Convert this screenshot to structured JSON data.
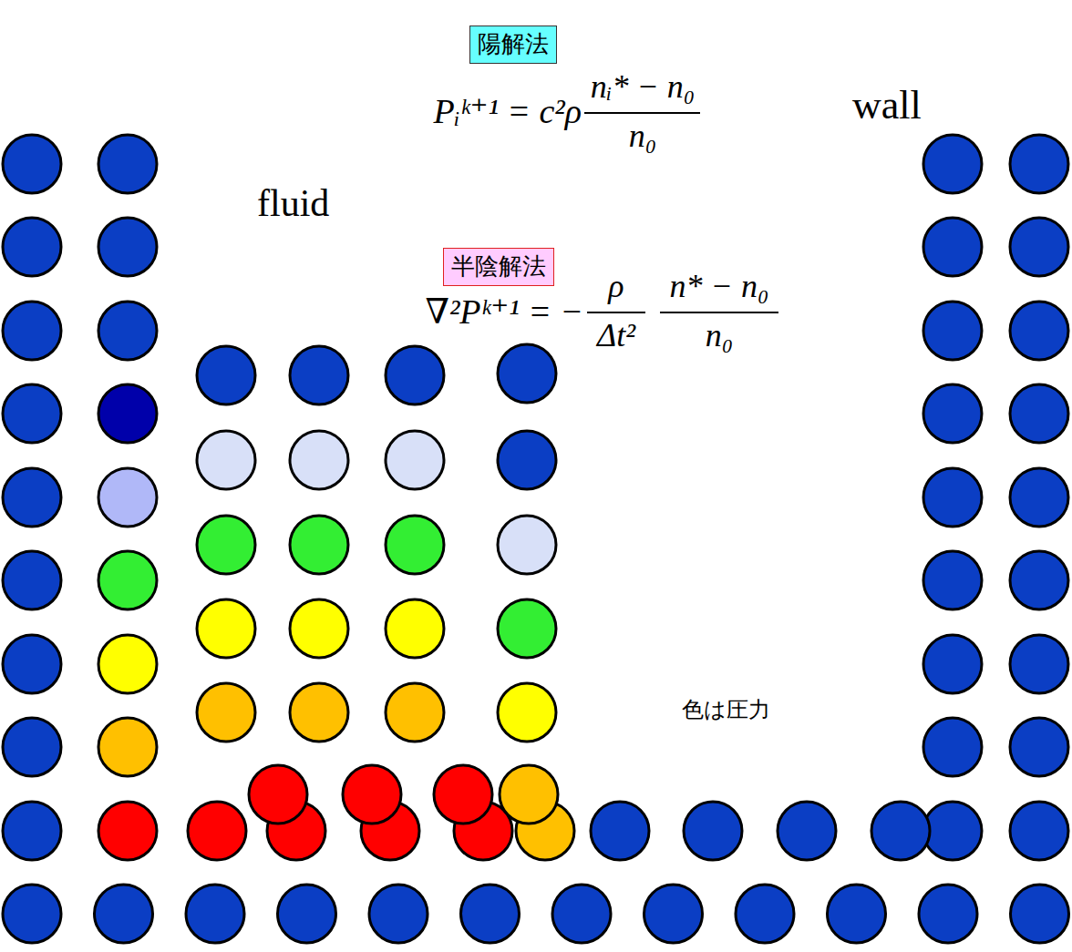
{
  "diagram": {
    "nodes": [
      {
        "text": [
          "陽解法"
        ]
      },
      {
        "text": [
          "半陰解法"
        ]
      }
    ],
    "labels": [
      "Pᵢᵏ⁺¹ = c²ρ",
      "nᵢ* − n₀",
      "n₀",
      "wall",
      "fluid",
      "∇²Pᵏ⁺¹ = −",
      "ρ",
      "Δt²",
      "n* − n₀",
      "n₀",
      "色は圧力"
    ]
  }
}
